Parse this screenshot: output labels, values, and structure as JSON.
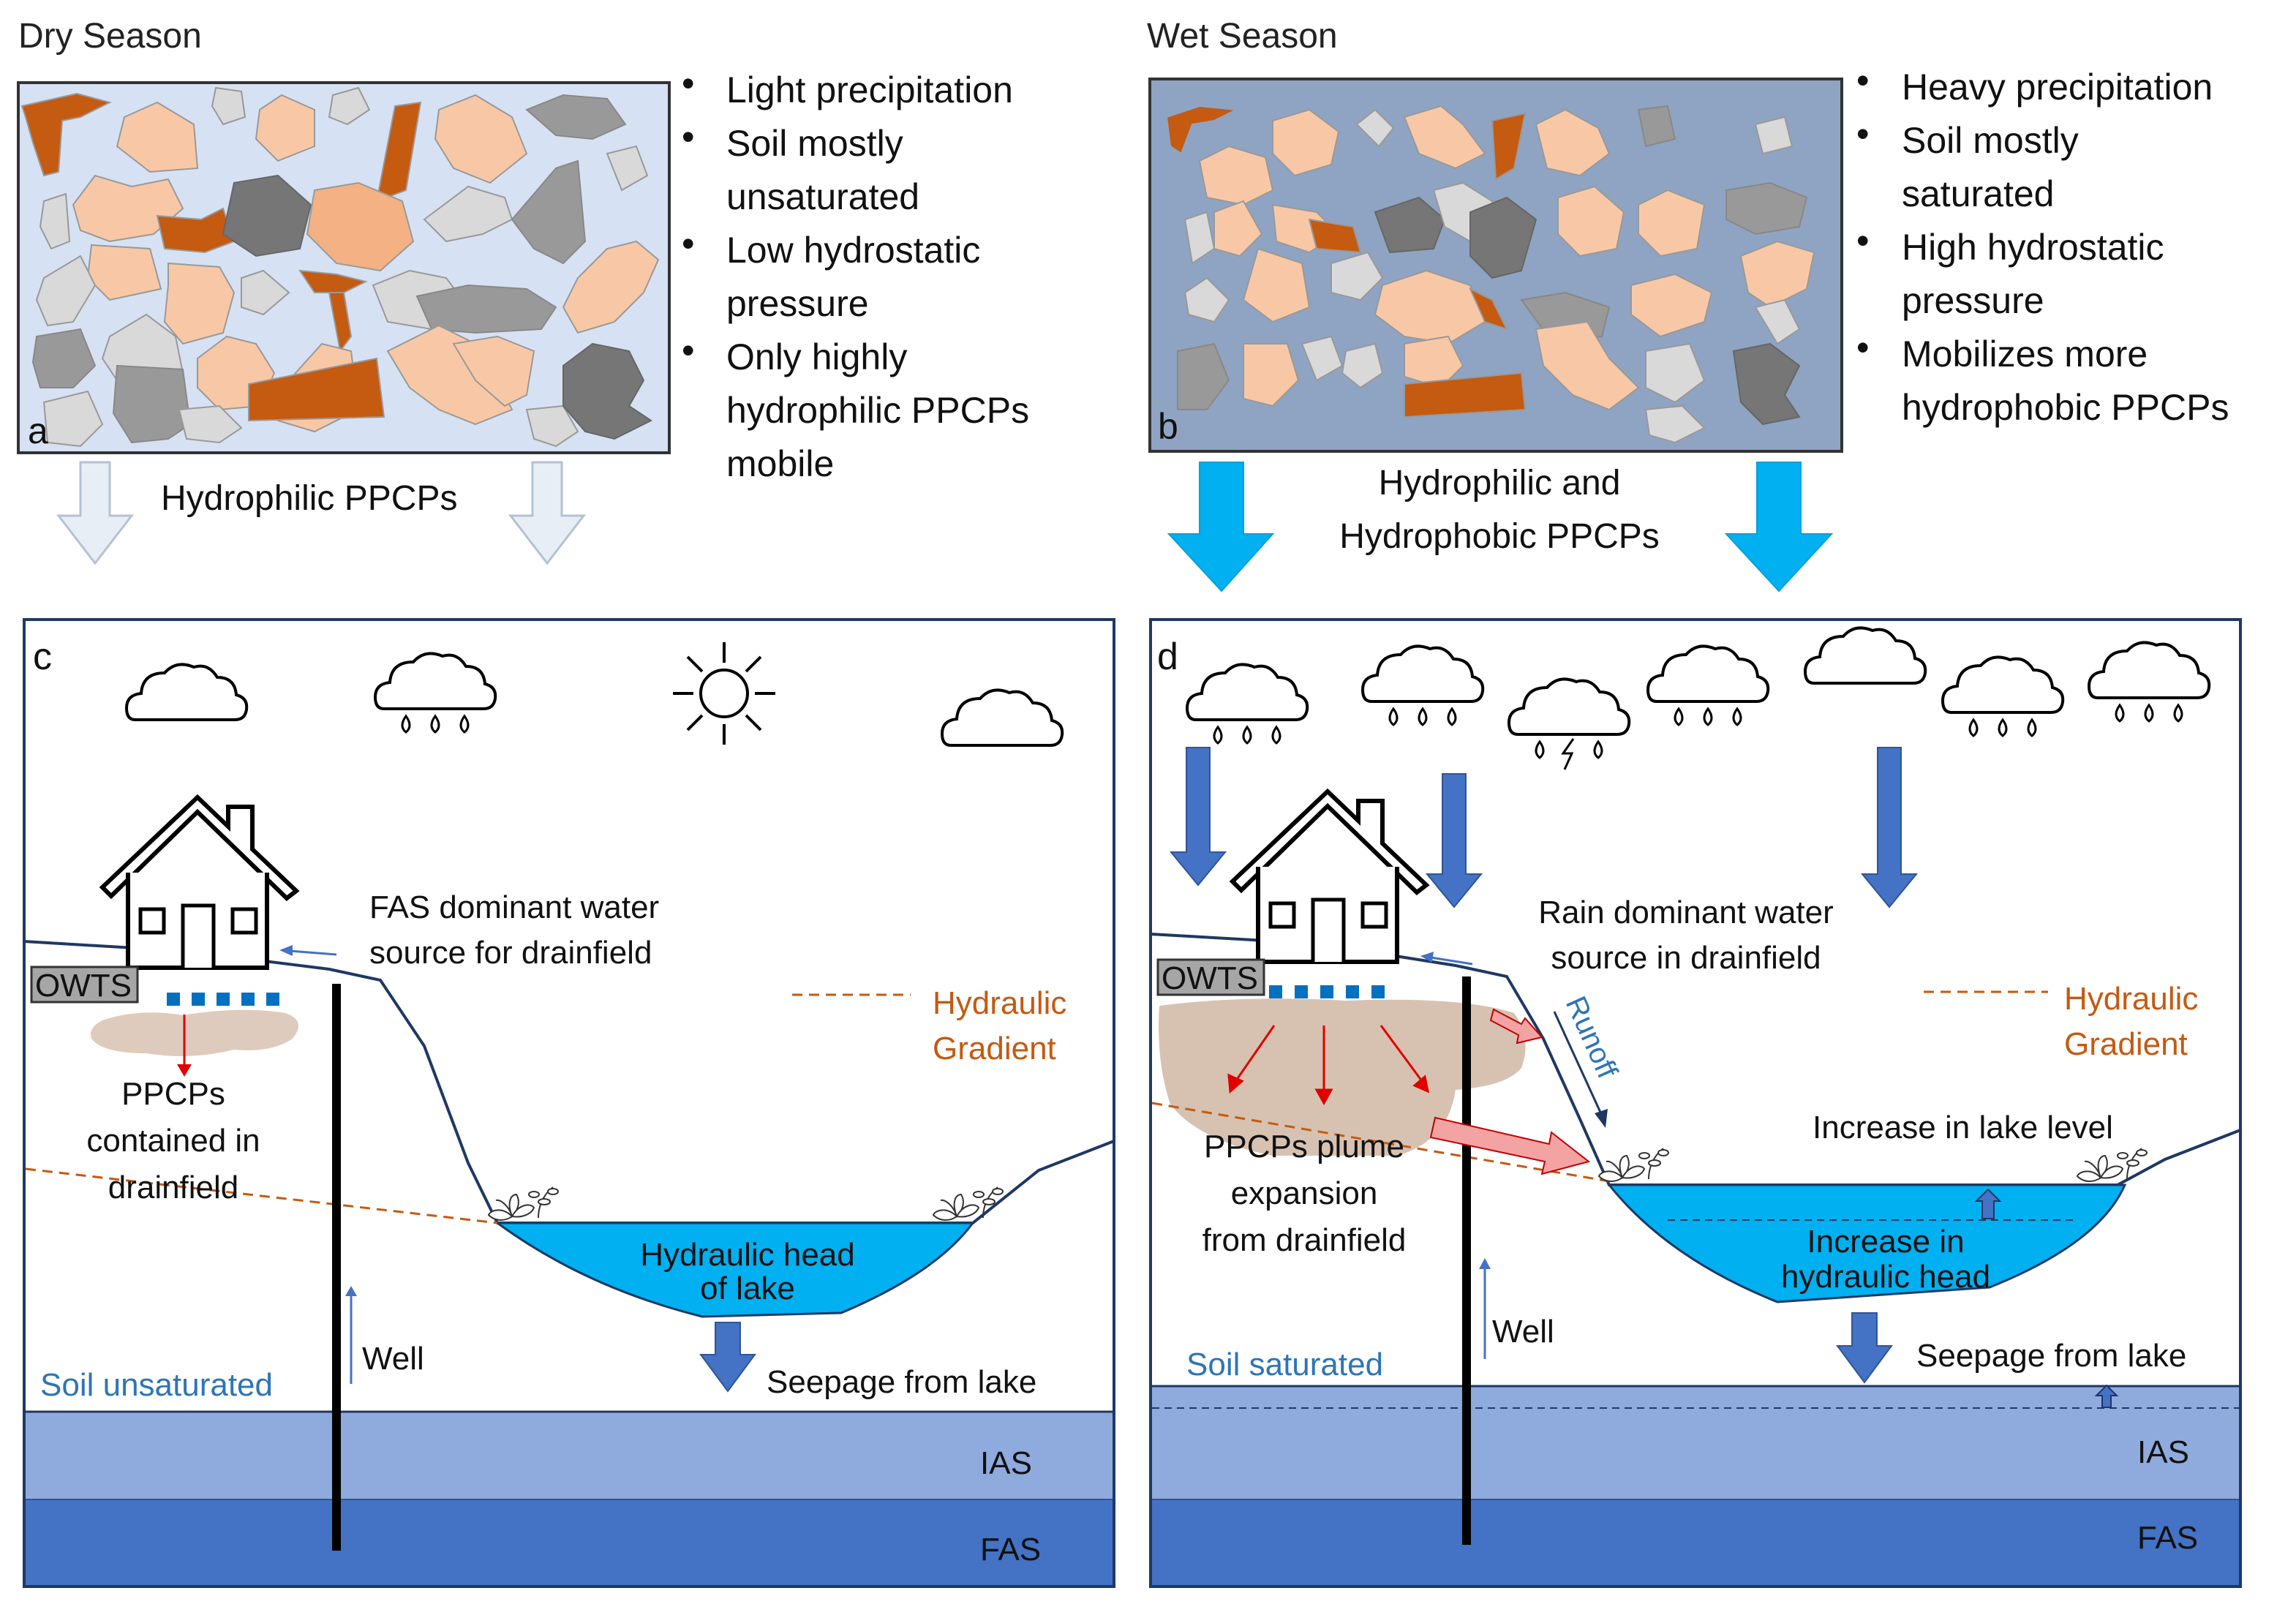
{
  "dry": {
    "title": "Dry Season",
    "panel_letter": "a",
    "bullets": [
      [
        "Light precipitation"
      ],
      [
        "Soil mostly",
        "unsaturated"
      ],
      [
        "Low hydrostatic",
        "pressure"
      ],
      [
        "Only highly",
        "hydrophilic PPCPs",
        "mobile"
      ]
    ],
    "flow_label": "Hydrophilic PPCPs"
  },
  "wet": {
    "title": "Wet Season",
    "panel_letter": "b",
    "bullets": [
      [
        "Heavy precipitation"
      ],
      [
        "Soil mostly",
        "saturated"
      ],
      [
        "High hydrostatic",
        "pressure"
      ],
      [
        "Mobilizes more",
        "hydrophobic PPCPs"
      ]
    ],
    "flow_label": [
      "Hydrophilic and",
      "Hydrophobic PPCPs"
    ]
  },
  "panel_c": {
    "letter": "c",
    "owts": "OWTS",
    "water_source": [
      "FAS dominant water",
      "source for drainfield"
    ],
    "hydraulic_gradient": [
      "Hydraulic",
      "Gradient"
    ],
    "ppcps": [
      "PPCPs",
      "contained in",
      "drainfield"
    ],
    "lake": [
      "Hydraulic head",
      "of lake"
    ],
    "well": "Well",
    "seepage": "Seepage from lake",
    "soil": "Soil unsaturated",
    "ias": "IAS",
    "fas": "FAS"
  },
  "panel_d": {
    "letter": "d",
    "owts": "OWTS",
    "water_source": [
      "Rain dominant water",
      "source in drainfield"
    ],
    "hydraulic_gradient": [
      "Hydraulic",
      "Gradient"
    ],
    "runoff": "Runoff",
    "lake_level": "Increase in lake level",
    "ppcps": [
      "PPCPs plume",
      "expansion",
      "from drainfield"
    ],
    "lake": [
      "Increase in",
      "hydraulic head"
    ],
    "well": "Well",
    "seepage": "Seepage from lake",
    "soil": "Soil saturated",
    "ias": "IAS",
    "fas": "FAS"
  },
  "colors": {
    "soil_dry_bg": "#d6e2f3",
    "soil_wet_bg": "#8fa4c3",
    "particle_peach": "#f8c8a6",
    "particle_orange": "#c55a11",
    "particle_gray": "#999999",
    "particle_dark": "#767676",
    "particle_light": "#d9d9d9",
    "arrow_light": "#e8eef6",
    "arrow_cyan": "#00b0f0",
    "lake": "#00b0f0",
    "ias": "#8faadc",
    "fas": "#4472c4",
    "down_arrow": "#4472c4",
    "gradient_line": "#c55a11",
    "plume": "#c9ae98",
    "drain_dot": "#0070c0",
    "pink_arrow": "#f4a3a3",
    "soil_label": "#2e75b6"
  },
  "icons": [
    "cloud-icon",
    "rain-cloud-icon",
    "storm-cloud-icon",
    "sun-icon",
    "house-icon",
    "plant-icon"
  ]
}
